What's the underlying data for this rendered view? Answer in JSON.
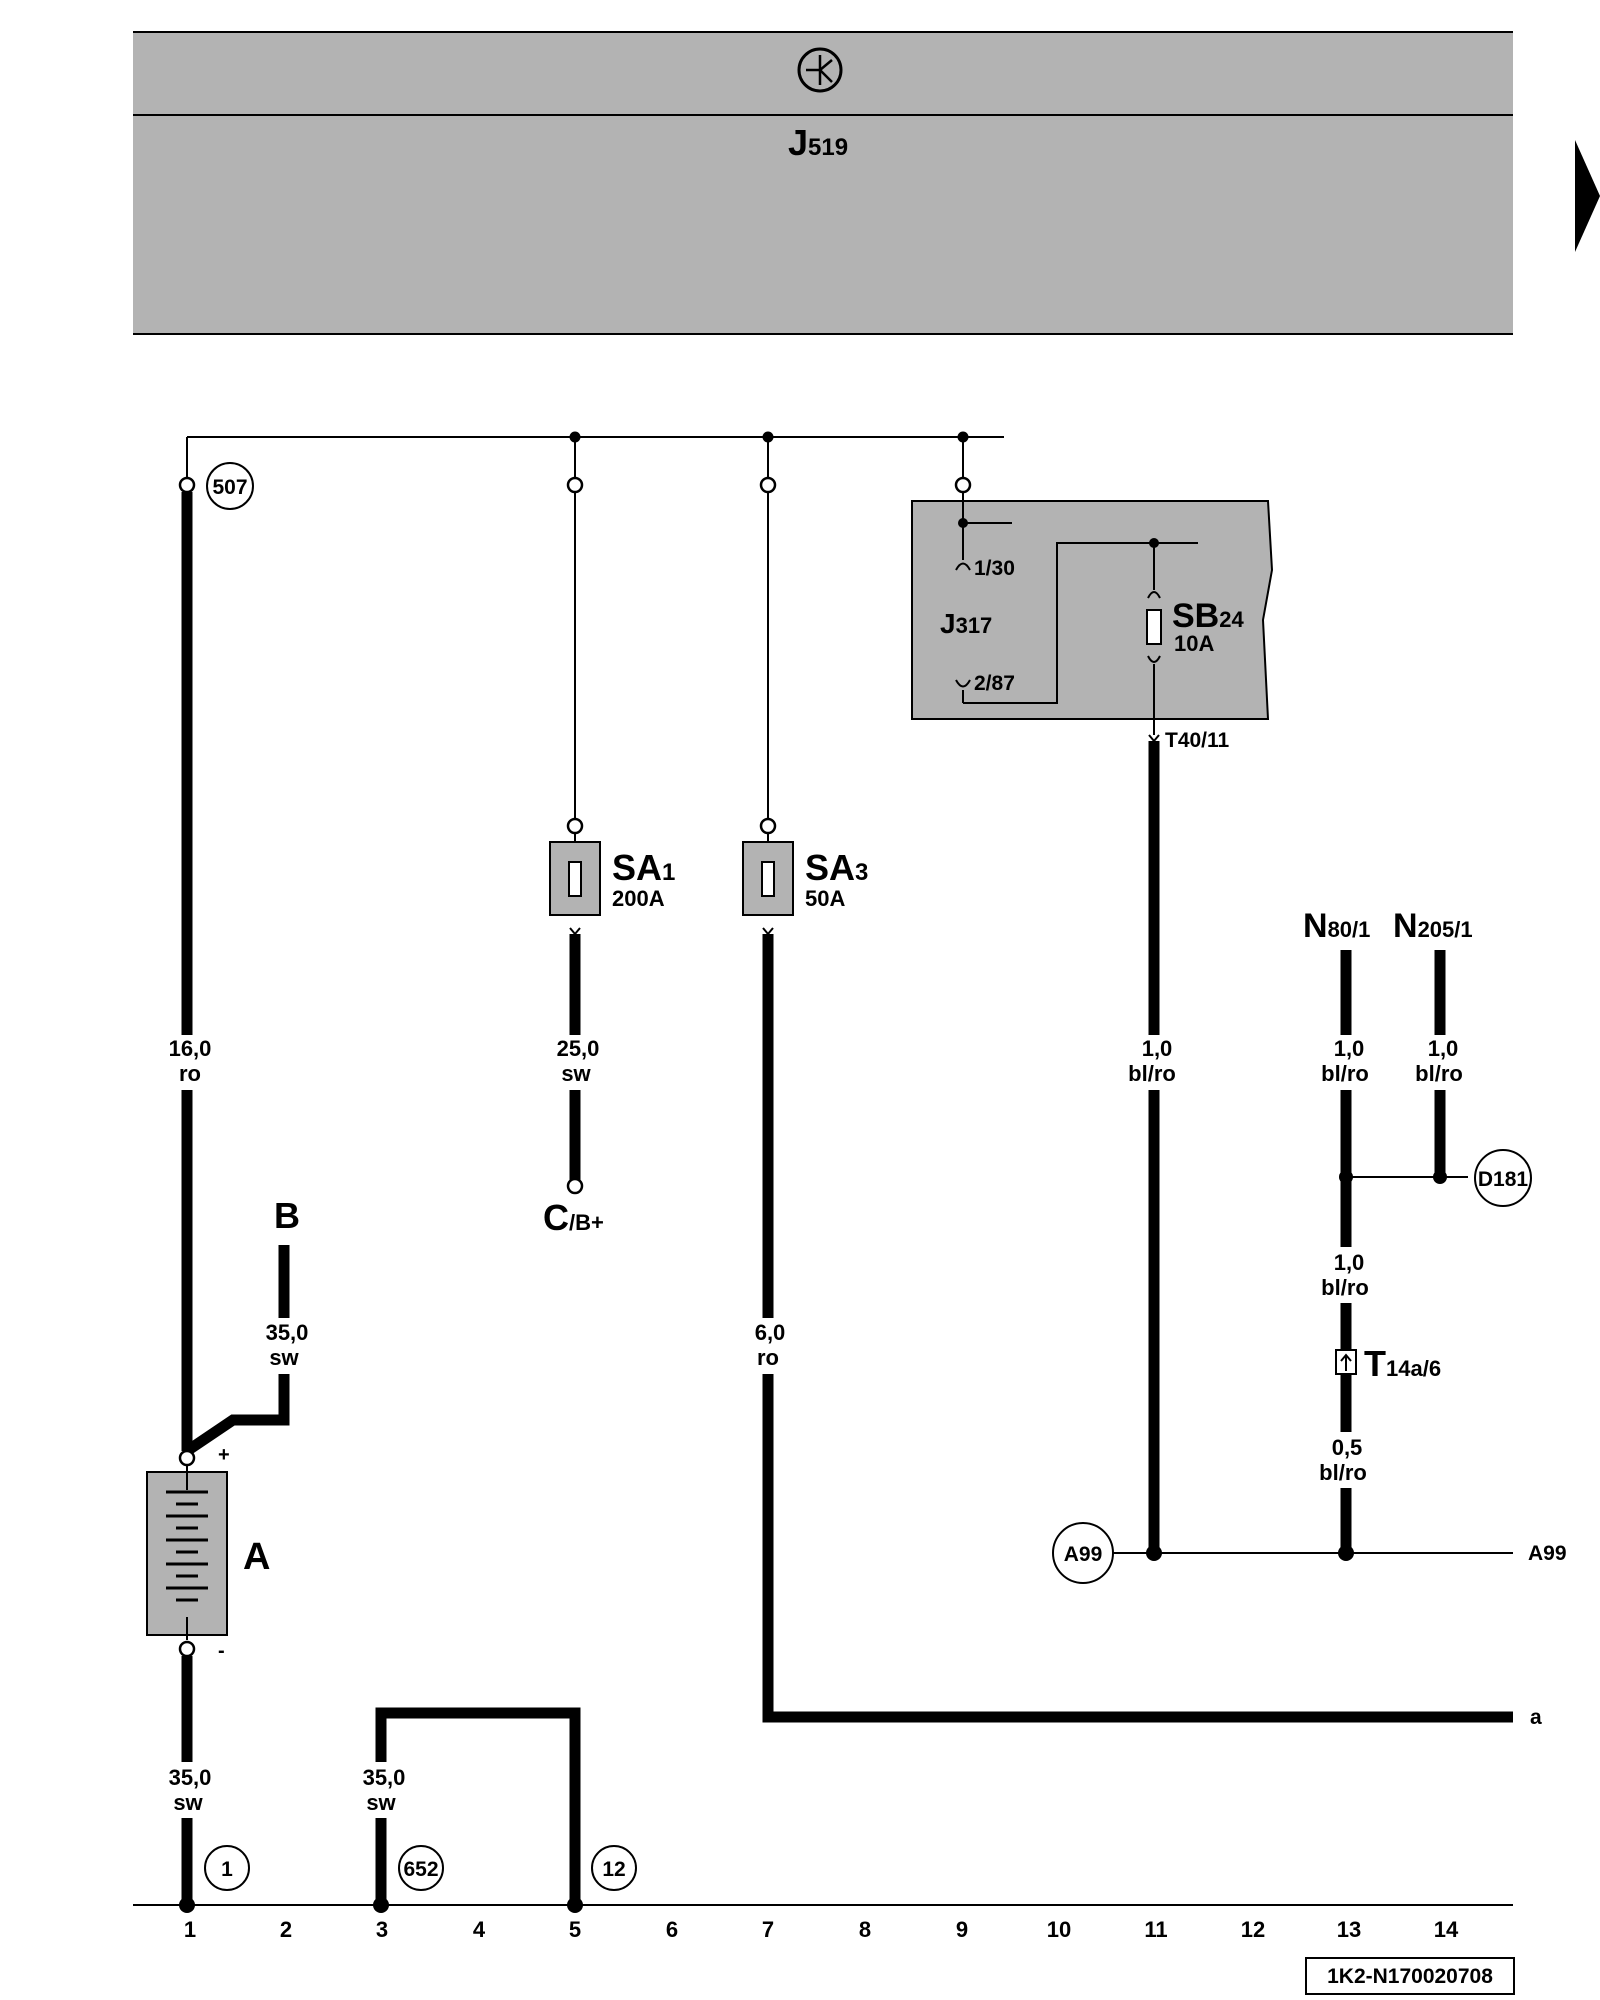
{
  "header": {
    "symbol_icon": "arrow-circle-icon",
    "module_main": "J",
    "module_sub": "519"
  },
  "nav_arrow_icon": "triangle-right-icon",
  "battery": {
    "label": "A",
    "plus": "+",
    "minus": "-"
  },
  "starter": {
    "label": "B",
    "wire_size": "35,0",
    "wire_color": "sw"
  },
  "wires": {
    "w507": {
      "size": "16,0",
      "color": "ro"
    },
    "wBattNeg": {
      "size": "35,0",
      "color": "sw"
    },
    "wGround3": {
      "size": "35,0",
      "color": "sw"
    },
    "wSA1": {
      "size": "25,0",
      "color": "sw"
    },
    "wSA3": {
      "size": "6,0",
      "color": "ro"
    },
    "wT40": {
      "size": "1,0",
      "color": "bl/ro"
    },
    "wN80": {
      "size": "1,0",
      "color": "bl/ro"
    },
    "wN205": {
      "size": "1,0",
      "color": "bl/ro"
    },
    "wMid": {
      "size": "1,0",
      "color": "bl/ro"
    },
    "wLow": {
      "size": "0,5",
      "color": "bl/ro"
    }
  },
  "fuses": {
    "sa1": {
      "main": "SA",
      "sub": "1",
      "rating": "200A"
    },
    "sa3": {
      "main": "SA",
      "sub": "3",
      "rating": "50A"
    },
    "sb24": {
      "main": "SB",
      "sub": "24",
      "rating": "10A"
    }
  },
  "relay_box": {
    "relay_main": "J",
    "relay_sub": "317",
    "pin_top": "1/30",
    "pin_bottom": "2/87",
    "connector": "T40/11"
  },
  "alternator": {
    "main": "C",
    "sub": "/B+"
  },
  "valves": {
    "n80": {
      "main": "N",
      "sub": "80/1"
    },
    "n205": {
      "main": "N",
      "sub": "205/1"
    }
  },
  "connector_t14": {
    "main": "T",
    "sub": "14a/6"
  },
  "circled_labels": {
    "c507": "507",
    "c1": "1",
    "c652": "652",
    "c12": "12",
    "cD181": "D181",
    "cA99": "A99"
  },
  "outputs": {
    "a99": "A99",
    "a": "a"
  },
  "columns": [
    "1",
    "2",
    "3",
    "4",
    "5",
    "6",
    "7",
    "8",
    "9",
    "10",
    "11",
    "12",
    "13",
    "14"
  ],
  "diagram_code": "1K2-N170020708"
}
